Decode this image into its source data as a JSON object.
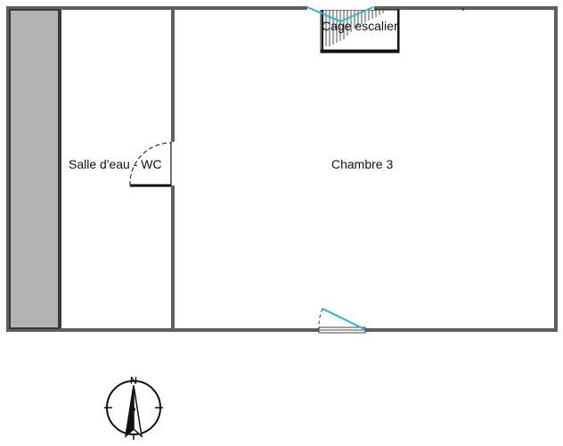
{
  "rooms": {
    "bathroom_label": "Salle d'eau - WC",
    "bedroom_label": "Chambre 3",
    "stair_label": "Cage escalier"
  },
  "compass": {
    "north_label": "N",
    "icon": "compass-rose-icon"
  },
  "colors": {
    "wall": "#5f5f5f",
    "wall_dark": "#3a3a3a",
    "wall_fill": "#b3b3b3",
    "opening": "#29b6d6",
    "background": "#ffffff"
  }
}
